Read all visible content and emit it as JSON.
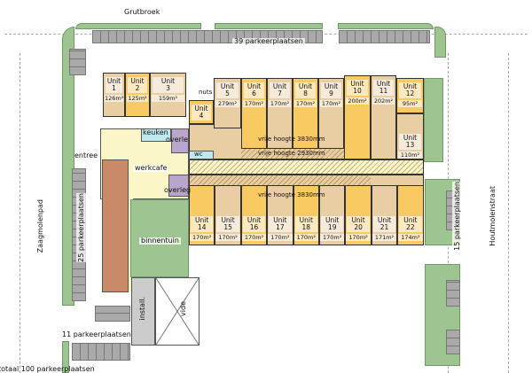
{
  "streets": {
    "north": "Grutbroek",
    "west": "Zaagmolenpad",
    "east": "Houtmolenstraat"
  },
  "parking": {
    "north": "39 parkeerplaatsen",
    "west": "25 parkeerplaatsen",
    "east": "15 parkeerplaatsen",
    "south": "11 parkeerplaatsen",
    "total": "totaal 100 parkeerplaatsen"
  },
  "rooms": {
    "nuts": "nuts",
    "keuken": "keuken",
    "overleg_top": "overle",
    "wc": "wc",
    "entree": "entree",
    "werkcafe": "werkcafe",
    "overleg": "overleg",
    "binnentuin": "binnentuin",
    "install": "install.",
    "vide": "vide"
  },
  "heights": {
    "top": "vrije hoogte 3830mm",
    "corridor": "vrije hoogte 2930mm",
    "bottom": "vrije hoogte 3830mm"
  },
  "units": [
    {
      "name": "Unit",
      "number": "1",
      "area": "126m²",
      "color": "tan"
    },
    {
      "name": "Unit",
      "number": "2",
      "area": "125m²",
      "color": "yellow"
    },
    {
      "name": "Unit",
      "number": "3",
      "area": "159m²",
      "color": "tan"
    },
    {
      "name": "Unit",
      "number": "4",
      "area": "",
      "color": "yellow"
    },
    {
      "name": "Unit",
      "number": "5",
      "area": "279m²",
      "color": "tan"
    },
    {
      "name": "Unit",
      "number": "6",
      "area": "170m²",
      "color": "yellow"
    },
    {
      "name": "Unit",
      "number": "7",
      "area": "170m²",
      "color": "tan"
    },
    {
      "name": "Unit",
      "number": "8",
      "area": "170m²",
      "color": "yellow"
    },
    {
      "name": "Unit",
      "number": "9",
      "area": "170m²",
      "color": "tan"
    },
    {
      "name": "Unit",
      "number": "10",
      "area": "200m²",
      "color": "yellow"
    },
    {
      "name": "Unit",
      "number": "11",
      "area": "202m²",
      "color": "tan"
    },
    {
      "name": "Unit",
      "number": "12",
      "area": "95m²",
      "color": "yellow"
    },
    {
      "name": "Unit",
      "number": "13",
      "area": "110m²",
      "color": "tan"
    },
    {
      "name": "Unit",
      "number": "14",
      "area": "170m²",
      "color": "yellow"
    },
    {
      "name": "Unit",
      "number": "15",
      "area": "170m²",
      "color": "tan"
    },
    {
      "name": "Unit",
      "number": "16",
      "area": "170m²",
      "color": "yellow"
    },
    {
      "name": "Unit",
      "number": "17",
      "area": "170m²",
      "color": "tan"
    },
    {
      "name": "Unit",
      "number": "18",
      "area": "170m²",
      "color": "yellow"
    },
    {
      "name": "Unit",
      "number": "19",
      "area": "170m²",
      "color": "tan"
    },
    {
      "name": "Unit",
      "number": "20",
      "area": "170m²",
      "color": "yellow"
    },
    {
      "name": "Unit",
      "number": "21",
      "area": "171m²",
      "color": "tan"
    },
    {
      "name": "Unit",
      "number": "22",
      "area": "174m²",
      "color": "yellow"
    }
  ],
  "colors": {
    "yellow": "#f9c962",
    "tan": "#e9cda3",
    "green": "#9dc491",
    "purple": "#b9a6cc",
    "cyan": "#bfe9ee",
    "cream": "#fbf6c8",
    "brick": "#c98a6a"
  }
}
